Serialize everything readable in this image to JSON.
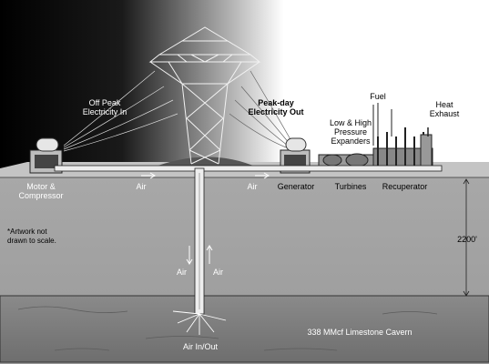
{
  "labels": {
    "off_peak": "Off Peak\nElectricity In",
    "peak_day": "Peak-day\nElectricity Out",
    "fuel": "Fuel",
    "heat_exhaust": "Heat\nExhaust",
    "expanders": "Low & High\nPressure\nExpanders",
    "motor_compressor": "Motor &\nCompressor",
    "air_left": "Air",
    "air_right": "Air",
    "generator": "Generator",
    "turbines": "Turbines",
    "recuperator": "Recuperator",
    "artwork_note": "*Artwork not\ndrawn to scale.",
    "depth": "2200'",
    "air_down": "Air",
    "air_up": "Air",
    "air_inout": "Air In/Out",
    "cavern": "338 MMcf Limestone Cavern"
  }
}
